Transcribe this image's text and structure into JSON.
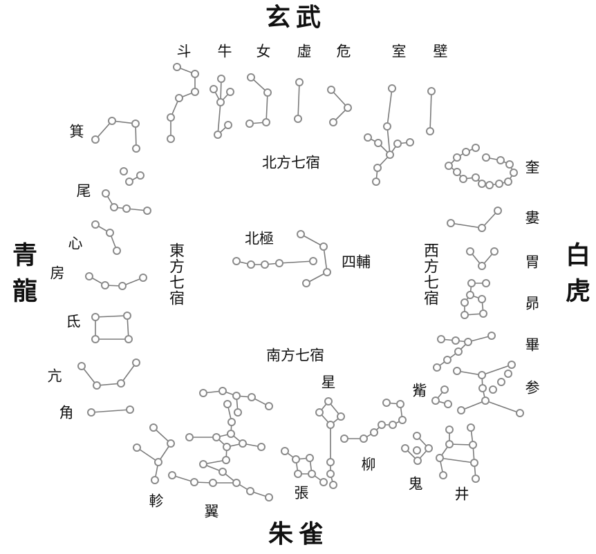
{
  "guardians": {
    "north": "玄武",
    "south": "朱雀",
    "east": "青龍",
    "west": "白虎"
  },
  "regions": {
    "north": "北方七宿",
    "south": "南方七宿",
    "east": "東方七宿",
    "west": "西方七宿"
  },
  "center": {
    "pole": "北極",
    "assistants": "四輔"
  },
  "mansions": {
    "north": [
      "斗",
      "牛",
      "女",
      "虛",
      "危",
      "室",
      "壁"
    ],
    "east": [
      "角",
      "亢",
      "氐",
      "房",
      "心",
      "尾",
      "箕"
    ],
    "west": [
      "奎",
      "婁",
      "胃",
      "昴",
      "畢",
      "觜",
      "参"
    ],
    "south": [
      "井",
      "鬼",
      "柳",
      "星",
      "張",
      "翼",
      "軫"
    ]
  },
  "colors": {
    "star_stroke": "#8a8a8a",
    "line": "#7a7a7a",
    "text": "#111111"
  }
}
